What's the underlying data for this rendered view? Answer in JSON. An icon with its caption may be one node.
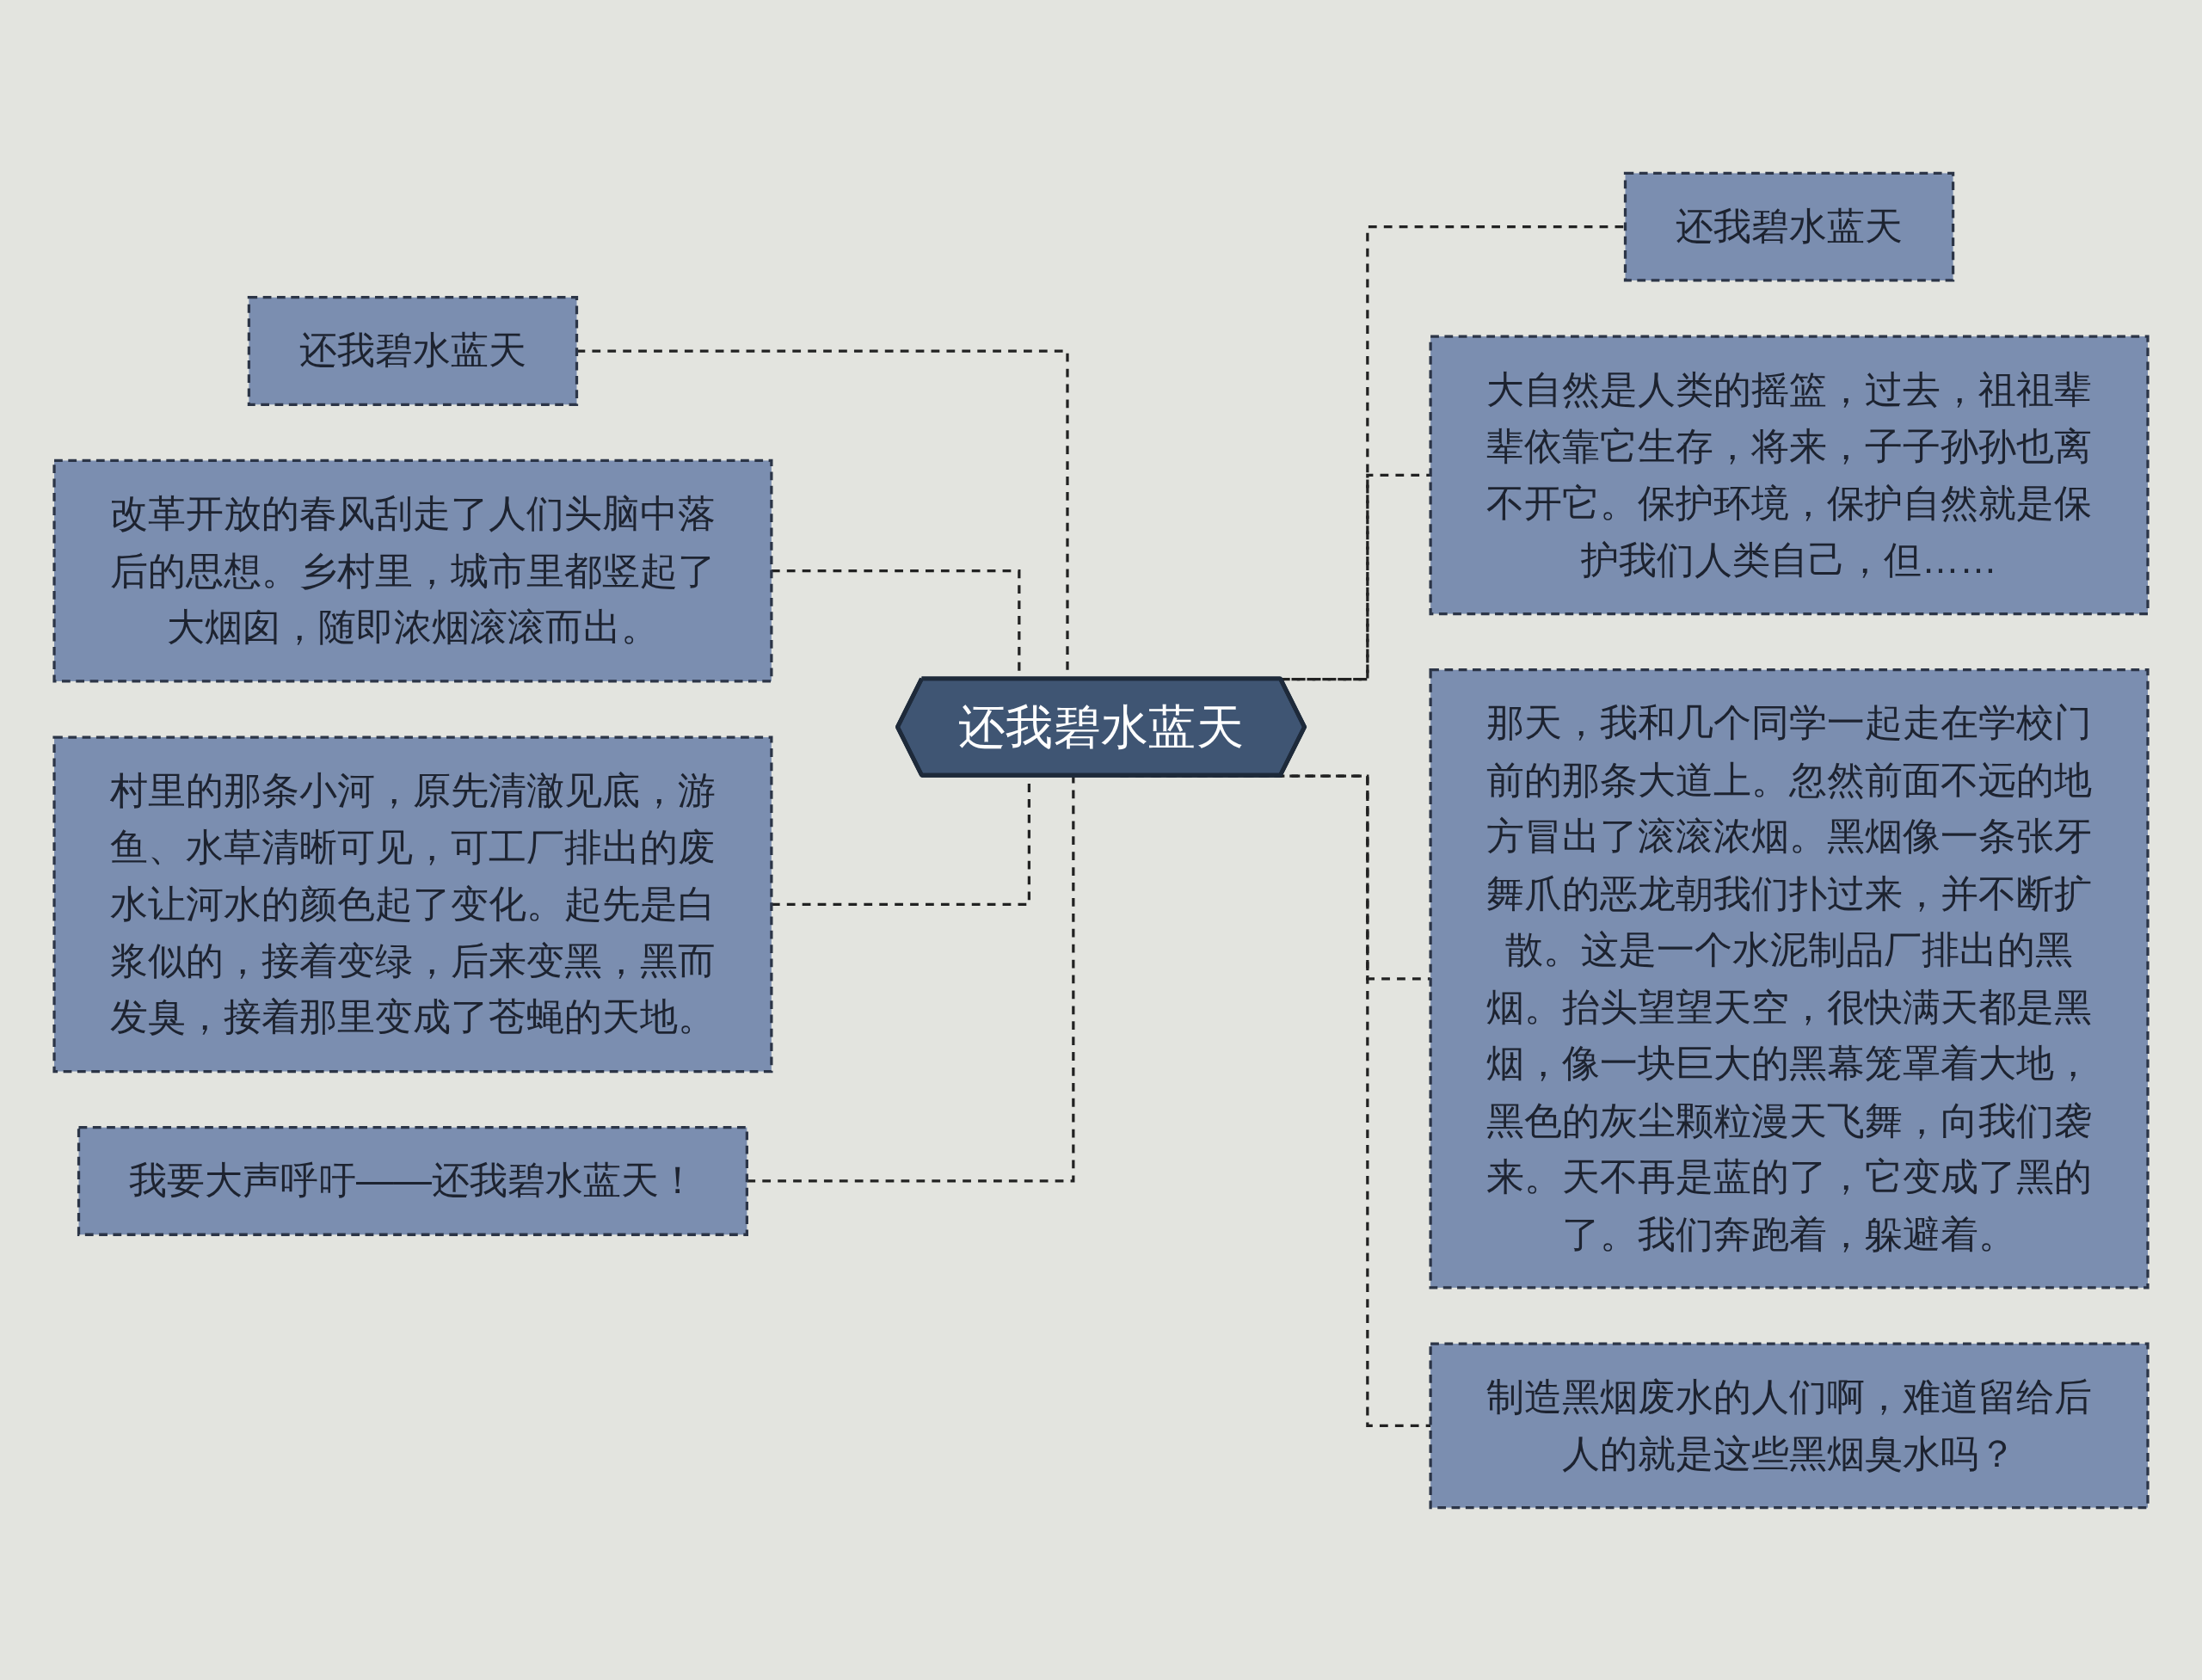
{
  "diagram": {
    "nodes": [
      {
        "text": [
          "还我碧水蓝天"
        ]
      },
      {
        "text": [
          "还我碧水蓝天"
        ]
      },
      {
        "text": [
          "改革开放的春风刮走了人们头脑中落后的思想。乡村里，城市里都竖起了大烟囱，随即浓烟滚滚而出。"
        ]
      },
      {
        "text": [
          "村里的那条小河，原先清澈见底，游鱼、水草清晰可见，可工厂排出的废水让河水的颜色起了变化。起先是白浆似的，接着变绿，后来变黑，黑而发臭，接着那里变成了苍蝇的天地。"
        ]
      },
      {
        "text": [
          "我要大声呼吁——还我碧水蓝天！"
        ]
      },
      {
        "text": [
          "还我碧水蓝天"
        ]
      },
      {
        "text": [
          "大自然是人类的摇篮，过去，祖祖辈辈依靠它生存，将来，子子孙孙也离不开它。保护环境，保护自然就是保护我们人类自己，但……"
        ]
      },
      {
        "text": [
          "那天，我和几个同学一起走在学校门前的那条大道上。忽然前面不远的地方冒出了滚滚浓烟。黑烟像一条张牙舞爪的恶龙朝我们扑过来，并不断扩散。这是一个水泥制品厂排出的黑烟。抬头望望天空，很快满天都是黑烟，像一块巨大的黑幕笼罩着大地，黑色的灰尘颗粒漫天飞舞，向我们袭来。天不再是蓝的了，它变成了黑的了。我们奔跑着，躲避着。"
        ]
      },
      {
        "text": [
          "制造黑烟废水的人们啊，难道留给后人的就是这些黑烟臭水吗？"
        ]
      }
    ],
    "edges": [
      {
        "from": 0,
        "to": 1,
        "arrow": "none",
        "style": "dashed"
      },
      {
        "from": 0,
        "to": 2,
        "arrow": "none",
        "style": "dashed"
      },
      {
        "from": 0,
        "to": 3,
        "arrow": "none",
        "style": "dashed"
      },
      {
        "from": 0,
        "to": 4,
        "arrow": "none",
        "style": "dashed"
      },
      {
        "from": 0,
        "to": 5,
        "arrow": "none",
        "style": "dashed"
      },
      {
        "from": 0,
        "to": 6,
        "arrow": "none",
        "style": "dashed"
      },
      {
        "from": 0,
        "to": 7,
        "arrow": "none",
        "style": "dashed"
      },
      {
        "from": 0,
        "to": 8,
        "arrow": "none",
        "style": "dashed"
      }
    ]
  }
}
